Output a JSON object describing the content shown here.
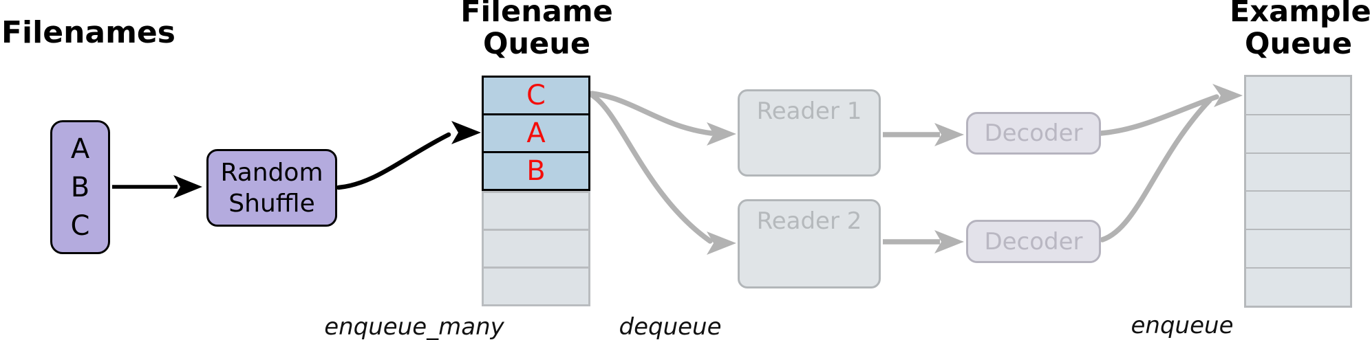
{
  "titles": {
    "filenames": "Filenames",
    "filename_queue": [
      "Filename",
      "Queue"
    ],
    "example_queue": [
      "Example",
      "Queue"
    ]
  },
  "filenames_list": [
    "A",
    "B",
    "C"
  ],
  "random_shuffle": [
    "Random",
    "Shuffle"
  ],
  "filename_queue": {
    "filled_cells": [
      "C",
      "A",
      "B"
    ],
    "empty_cell_count": 3
  },
  "readers": [
    "Reader 1",
    "Reader 2"
  ],
  "decoders": [
    "Decoder",
    "Decoder"
  ],
  "operation_labels": {
    "enqueue_many": "enqueue_many",
    "dequeue": "dequeue",
    "enqueue": "enqueue"
  },
  "colors": {
    "purple_fill": "#b4abde",
    "blue_cell_fill": "#b6d0e2",
    "red_letter": "#f40d0a",
    "empty_cell_fill": "#dde2e6",
    "empty_cell_border": "#b9bcbf",
    "reader_fill": "#e0e4e7",
    "reader_border": "#b2b6b9",
    "grayed_text": "#b5b9bc",
    "decoder_fill": "#e3e2ea",
    "decoder_border": "#b5b3be",
    "arrow_black": "#000000",
    "arrow_gray": "#b2b2b2"
  }
}
